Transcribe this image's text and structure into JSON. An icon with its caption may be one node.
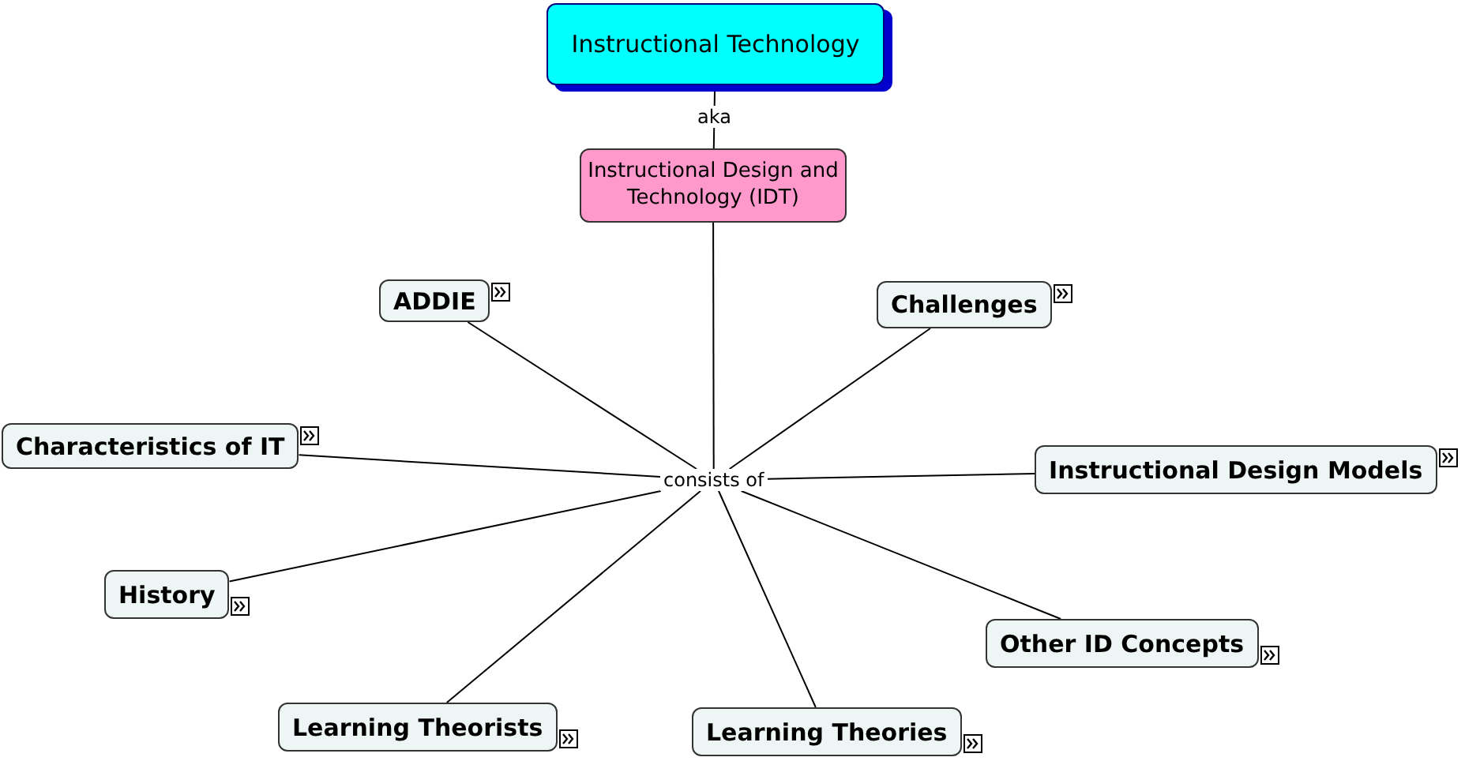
{
  "diagram": {
    "nodes": [
      {
        "text": [
          "Instructional Technology"
        ]
      },
      {
        "text": [
          "Instructional Design and Technology (IDT)"
        ]
      },
      {
        "text": [
          "consists of"
        ]
      },
      {
        "text": [
          "ADDIE"
        ]
      },
      {
        "text": [
          "Challenges"
        ]
      },
      {
        "text": [
          "Characteristics of IT"
        ]
      },
      {
        "text": [
          "Instructional Design Models"
        ]
      },
      {
        "text": [
          "History"
        ]
      },
      {
        "text": [
          "Other ID Concepts"
        ]
      },
      {
        "text": [
          "Learning Theorists"
        ]
      },
      {
        "text": [
          "Learning Theories"
        ]
      }
    ],
    "edges": [
      {
        "from": 0,
        "to": 1,
        "arrow": "none",
        "label": "aka"
      },
      {
        "from": 1,
        "to": 2,
        "arrow": "none"
      },
      {
        "from": 2,
        "to": 3,
        "arrow": "none"
      },
      {
        "from": 2,
        "to": 4,
        "arrow": "none"
      },
      {
        "from": 2,
        "to": 5,
        "arrow": "none"
      },
      {
        "from": 2,
        "to": 6,
        "arrow": "none"
      },
      {
        "from": 2,
        "to": 7,
        "arrow": "none"
      },
      {
        "from": 2,
        "to": 8,
        "arrow": "none"
      },
      {
        "from": 2,
        "to": 9,
        "arrow": "none"
      },
      {
        "from": 2,
        "to": 10,
        "arrow": "none"
      }
    ]
  }
}
